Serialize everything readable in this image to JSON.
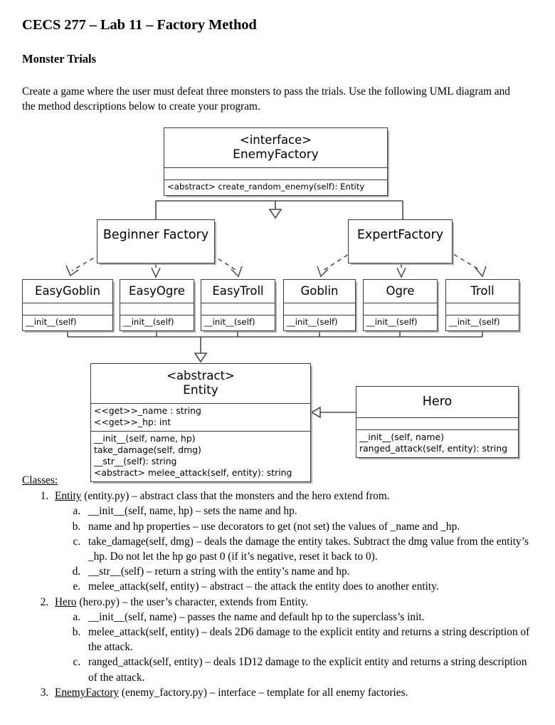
{
  "document": {
    "title": "CECS 277 – Lab 11 – Factory Method",
    "subtitle": "Monster Trials",
    "intro": "Create a game where the user must defeat three monsters to pass the trials.  Use the following UML diagram and the method descriptions below to create your program."
  },
  "uml": {
    "enemy_factory": {
      "stereotype": "<interface>",
      "name": "EnemyFactory",
      "attributes": [],
      "methods": [
        "<abstract> create_random_enemy(self): Entity"
      ]
    },
    "beginner_factory": {
      "name": "Beginner Factory"
    },
    "expert_factory": {
      "name": "ExpertFactory"
    },
    "monsters": [
      {
        "name": "EasyGoblin",
        "methods": [
          "__init__(self)"
        ]
      },
      {
        "name": "EasyOgre",
        "methods": [
          "__init__(self)"
        ]
      },
      {
        "name": "EasyTroll",
        "methods": [
          "__init__(self)"
        ]
      },
      {
        "name": "Goblin",
        "methods": [
          "__init__(self)"
        ]
      },
      {
        "name": "Ogre",
        "methods": [
          "__init__(self)"
        ]
      },
      {
        "name": "Troll",
        "methods": [
          "__init__(self)"
        ]
      }
    ],
    "entity": {
      "stereotype": "<abstract>",
      "name": "Entity",
      "attributes": [
        "<<get>>_name : string",
        "<<get>>_hp: int"
      ],
      "methods": [
        "__init__(self, name, hp)",
        "take_damage(self, dmg)",
        "__str__(self): string",
        "<abstract> melee_attack(self, entity): string"
      ]
    },
    "hero": {
      "name": "Hero",
      "attributes": [],
      "methods": [
        "__init__(self, name)",
        "ranged_attack(self, entity): string"
      ]
    }
  },
  "classes": {
    "label": "Classes:",
    "items": [
      {
        "name": "Entity",
        "rest": " (entity.py) – abstract class that the monsters and the hero extend from.",
        "subitems": [
          "__init__(self, name, hp) – sets the name and hp.",
          "name and hp properties – use decorators to get (not set) the values of _name and _hp.",
          "take_damage(self, dmg) – deals the damage the entity takes.  Subtract the dmg value from the entity’s _hp.  Do not let the hp go past 0 (if it’s negative, reset it back to 0).",
          "__str__(self) – return a string with the entity’s name and hp.",
          "melee_attack(self, entity) – abstract – the attack the entity does to another entity."
        ]
      },
      {
        "name": "Hero",
        "rest": " (hero.py) – the user’s character, extends from Entity.",
        "subitems": [
          "__init__(self, name) – passes the name and default hp to the superclass’s init.",
          "melee_attack(self, entity) – deals 2D6 damage to the explicit entity and returns a string description of the attack.",
          "ranged_attack(self, entity) – deals 1D12 damage to the explicit entity and returns a string description of the attack."
        ]
      },
      {
        "name": "EnemyFactory",
        "rest": " (enemy_factory.py) – interface – template for all enemy factories.",
        "subitems": []
      }
    ]
  }
}
